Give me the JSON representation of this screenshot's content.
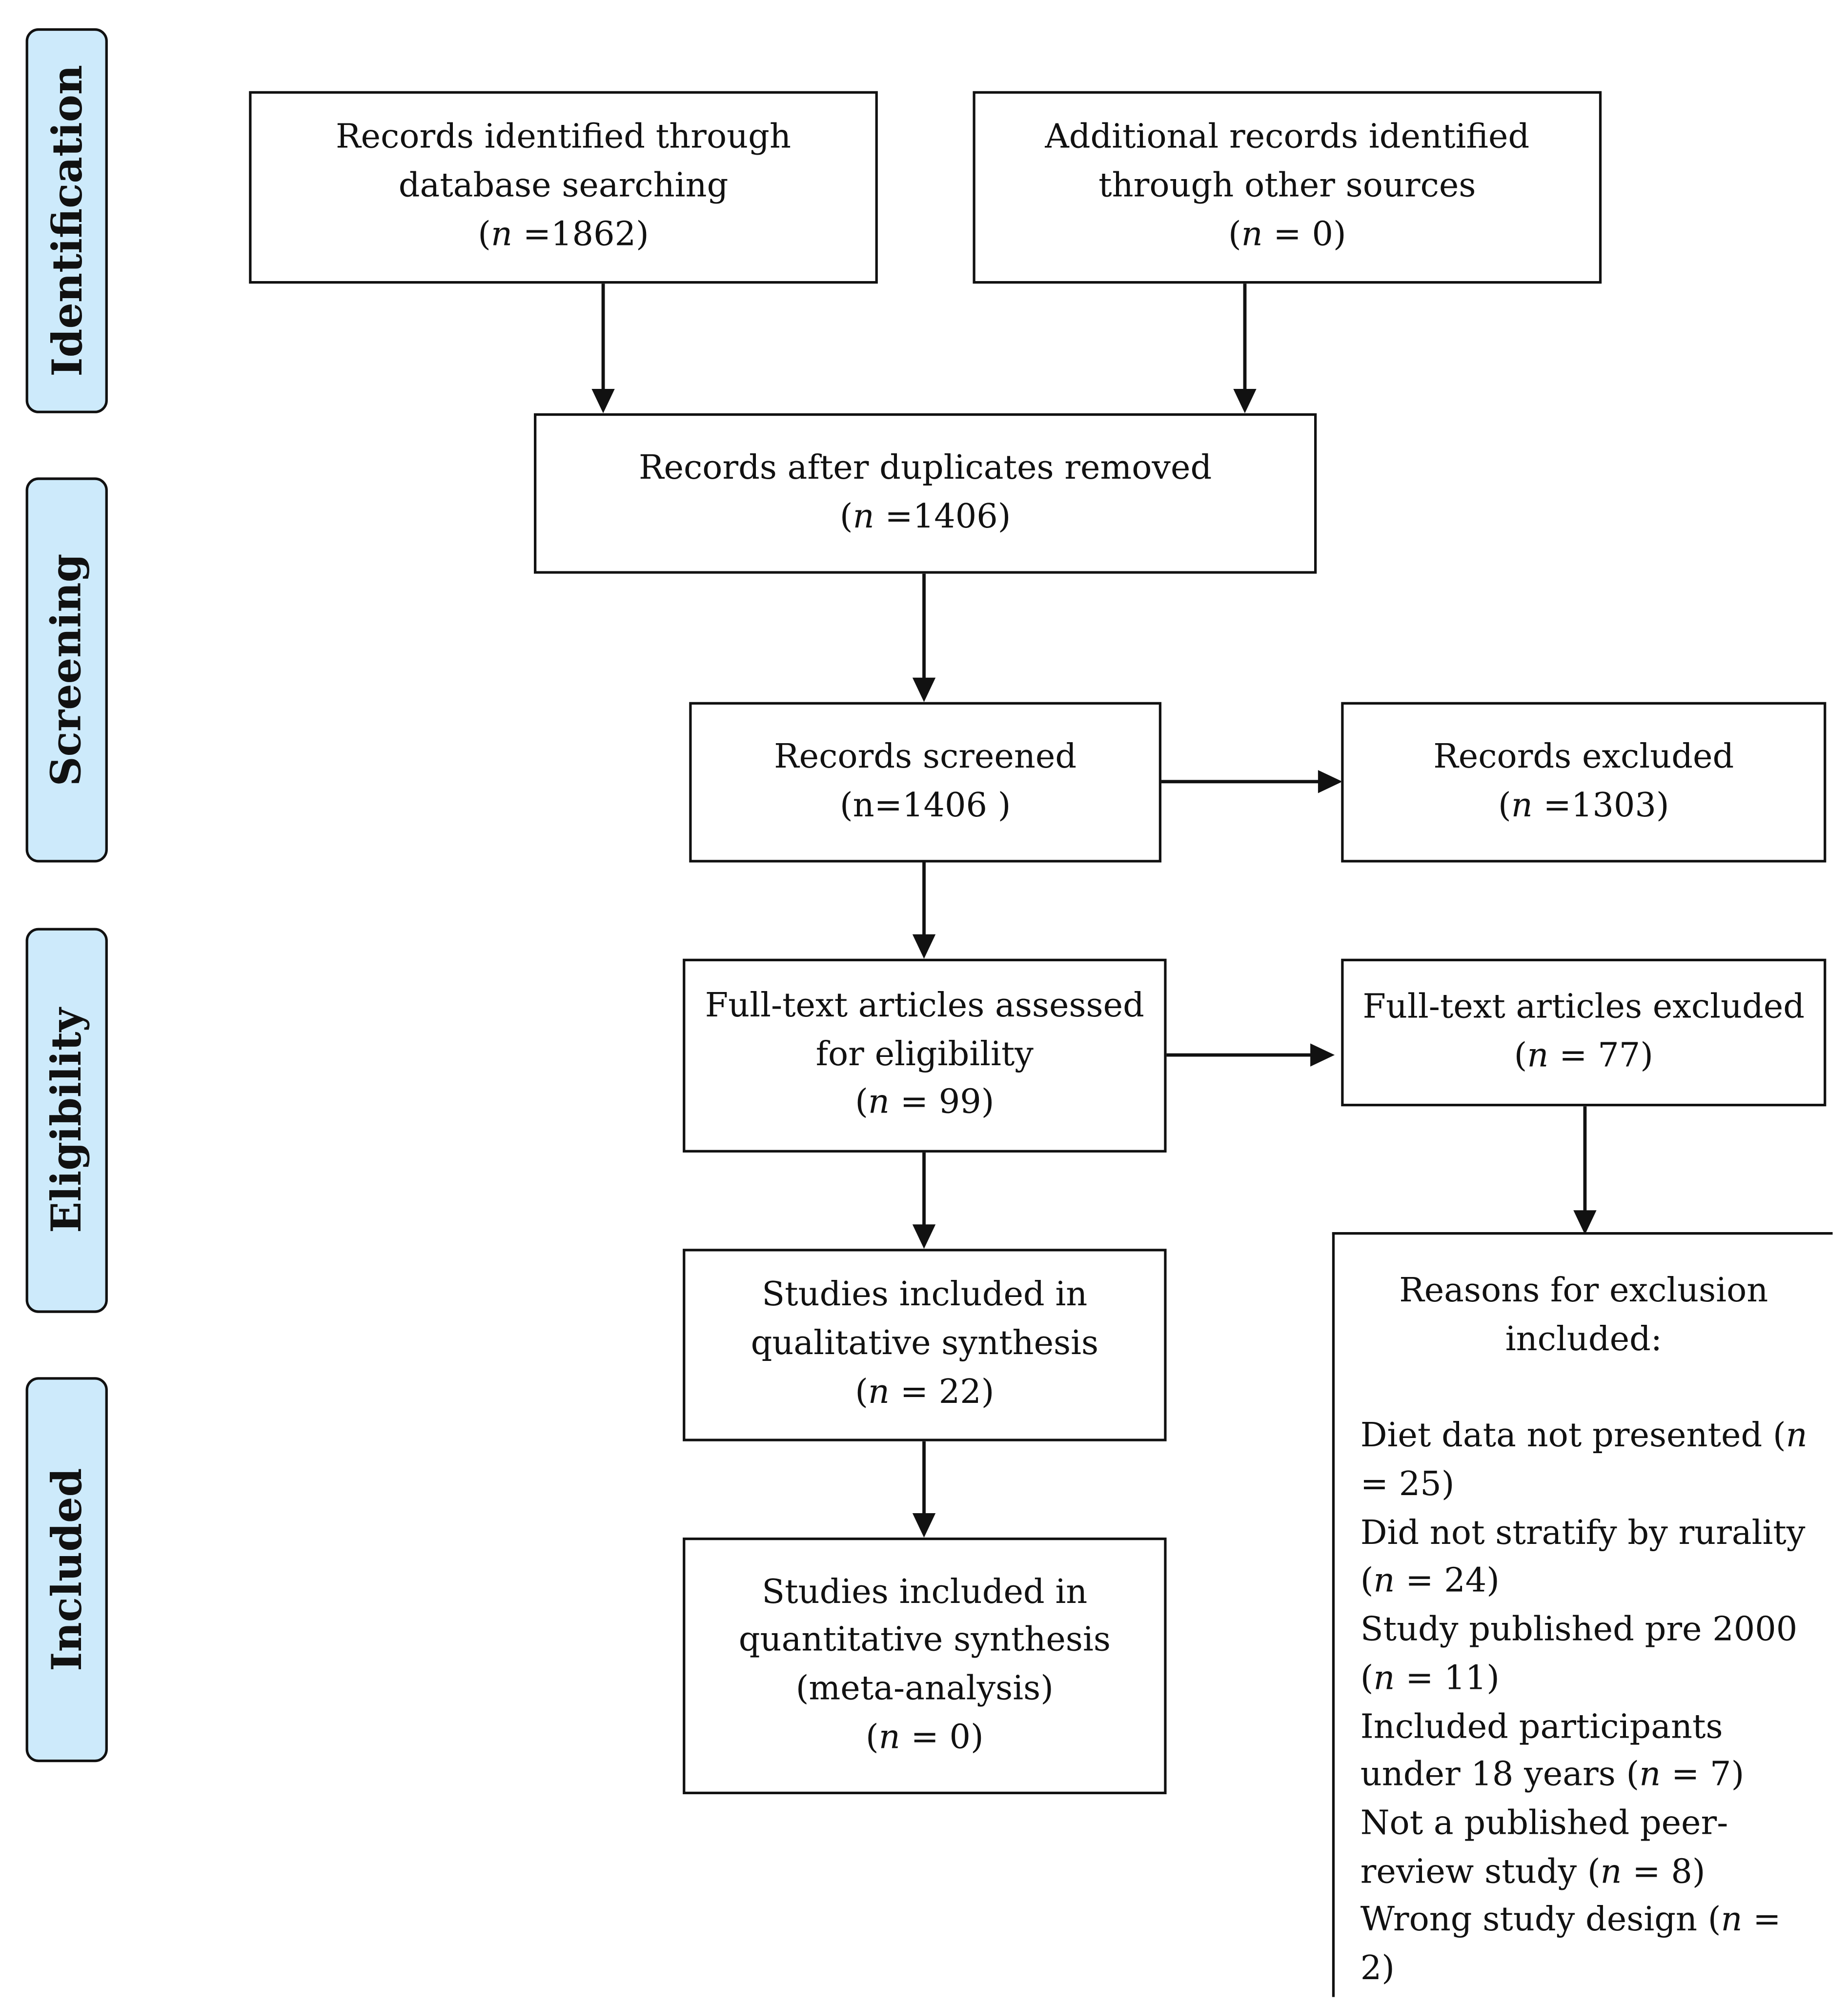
{
  "stages": [
    {
      "id": "identification",
      "label": "Identification"
    },
    {
      "id": "screening",
      "label": "Screening"
    },
    {
      "id": "eligibility",
      "label": "Eligibility"
    },
    {
      "id": "included",
      "label": "Included"
    }
  ],
  "boxes": {
    "database": {
      "lines": [
        "Records identified through",
        "database searching"
      ],
      "n_prefix": "(",
      "n_symbol": "n",
      "n_value": " =1862)"
    },
    "other": {
      "lines": [
        "Additional records identified",
        "through other sources"
      ],
      "n_prefix": "(",
      "n_symbol": "n",
      "n_value": " = 0)"
    },
    "duplicates": {
      "lines": [
        "Records after duplicates removed"
      ],
      "n_prefix": "(",
      "n_symbol": "n",
      "n_value": " =1406)"
    },
    "screened": {
      "lines": [
        "Records screened",
        "(n=1406 )"
      ]
    },
    "excluded": {
      "lines": [
        "Records excluded"
      ],
      "n_prefix": "(",
      "n_symbol": "n",
      "n_value": " =1303)"
    },
    "fulltext": {
      "lines": [
        "Full-text articles assessed",
        "for eligibility"
      ],
      "n_prefix": "(",
      "n_symbol": "n",
      "n_value": " = 99)"
    },
    "fulltext_excluded": {
      "lines": [
        "Full-text articles excluded"
      ],
      "n_prefix": "(",
      "n_symbol": "n",
      "n_value": " = 77)"
    },
    "qualitative": {
      "lines": [
        "Studies included in",
        "qualitative synthesis"
      ],
      "n_prefix": "(",
      "n_symbol": "n",
      "n_value": " = 22)"
    },
    "quantitative": {
      "lines": [
        "Studies included in",
        "quantitative synthesis",
        "(meta-analysis)"
      ],
      "n_prefix": "(",
      "n_symbol": "n",
      "n_value": " = 0)"
    }
  },
  "reasons": {
    "heading": [
      "Reasons for exclusion",
      "included:"
    ],
    "items": [
      {
        "a": "Diet data not presented (",
        "n": "n",
        "b": " = 25)",
        "break_after": "Diet data not presented ("
      },
      {
        "a": "Did not stratify by rurality (",
        "n": "n",
        "b": " = 24)"
      },
      {
        "a": "Study published pre 2000 (",
        "n": "n",
        "b": " = 11)"
      },
      {
        "a": "Included participants under 18 years (",
        "n": "n",
        "b": " = 7)"
      },
      {
        "a": "Not a published peer-review study (",
        "n": "n",
        "b": " = 8)"
      },
      {
        "a": "Wrong study design (",
        "n": "n",
        "b": " = 2)"
      }
    ]
  }
}
